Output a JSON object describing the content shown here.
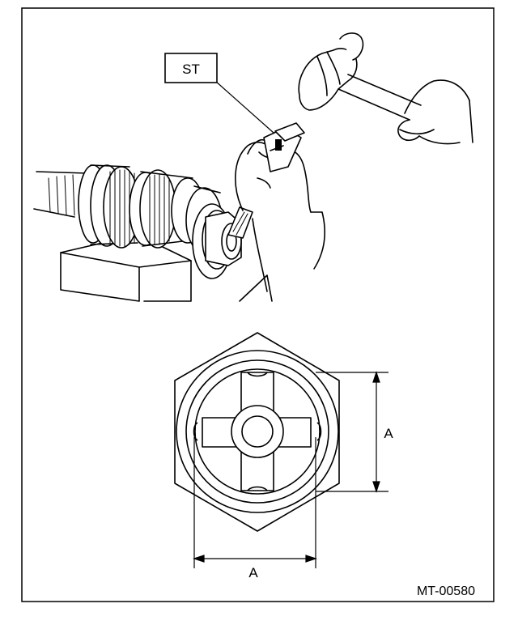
{
  "labels": {
    "tool": "ST",
    "dim_vertical": "A",
    "dim_horizontal": "A",
    "figure_id": "MT-00580"
  }
}
